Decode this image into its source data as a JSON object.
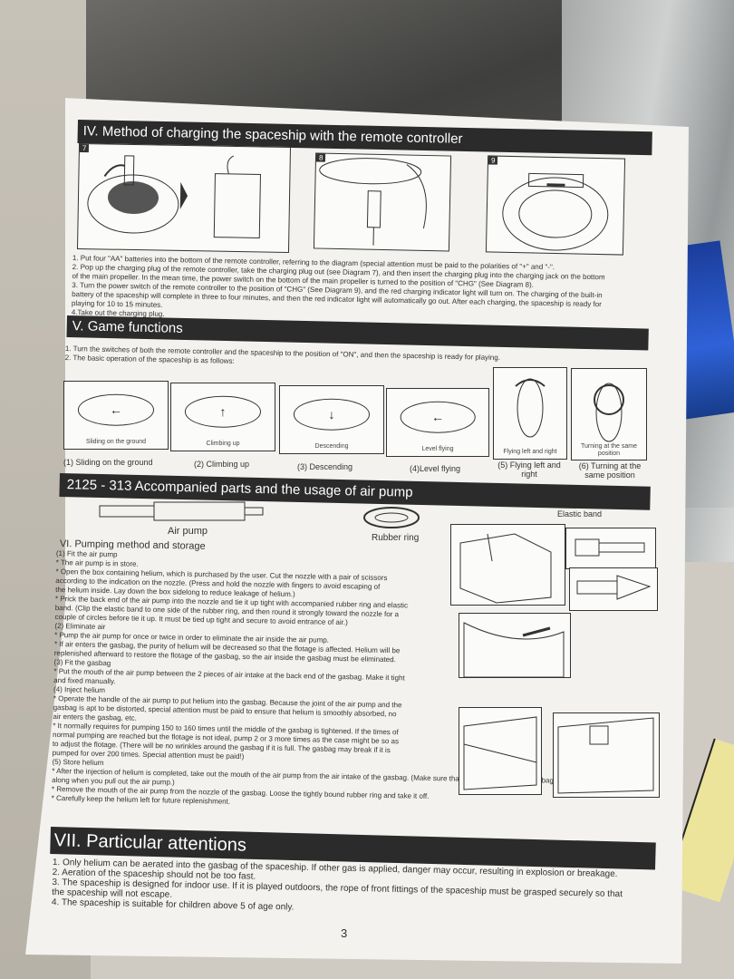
{
  "section4": {
    "title": "IV.   Method of charging the spaceship with the remote controller",
    "fig_nums": [
      "7",
      "8",
      "9"
    ],
    "steps": [
      "1. Put four \"AA\" batteries into the bottom of the remote controller, referring to the diagram (special attention must be paid to the polarities of \"+\" and \"-\".",
      "2. Pop up the charging plug of the remote controller, take the charging plug out (see Diagram 7), and then insert the charging plug into the charging jack on the bottom",
      "    of the main propeller. In the mean time, the power switch on the bottom of the main propeller is turned to  the position of \"CHG\" (See Diagram 8).",
      "3. Turn the power switch of the remote controller to the position of \"CHG\" (See Diagram 9), and the red charging indicator light will turn on. The charging of the built-in",
      "    battery of the spaceship will complete in three to four minutes, and then the red indicator light will automatically go out. After each charging, the spaceship is ready for",
      "    playing for 10 to 15 minutes.",
      "4.Take out the charging plug."
    ]
  },
  "section5": {
    "title": "V.  Game functions",
    "intro": [
      "1. Turn the switches of both the remote controller and the spaceship to the position of \"ON\", and then the spaceship is ready for playing.",
      "2. The basic operation of the spaceship is as follows:"
    ],
    "box_captions": [
      "Sliding on the ground",
      "Climbing up",
      "Descending",
      "Level flying",
      "Flying left and right",
      "Turning at the same position"
    ],
    "captions": [
      "(1) Sliding on the ground",
      "(2) Climbing up",
      "(3) Descending",
      "(4)Level flying",
      "(5) Flying left and right",
      "(6) Turning at the same position"
    ]
  },
  "section_parts": {
    "title": "2125 - 313 Accompanied parts and the usage of air pump",
    "air_pump": "Air pump",
    "rubber_ring": "Rubber ring",
    "elastic_band": "Elastic band"
  },
  "section6": {
    "title": "VI. Pumping method and storage",
    "lines": [
      "(1) Fit the air pump",
      "*  The air pump is in store.",
      "*  Open the box containing helium, which is purchased by the user. Cut the nozzle with a pair of scissors",
      "     according to the indication on the nozzle. (Press and hold the nozzle with fingers to avoid escaping of",
      "     the helium inside. Lay down the box sidelong to reduce leakage of helium.)",
      "*  Prick the back end of the air pump into the nozzle and tie it up tight with accompanied rubber ring and elastic",
      "     band. (Clip the elastic band to one side of the rubber ring, and then round it strongly toward the nozzle for a",
      "     couple of circles before tie it up. It must be tied up tight and secure to avoid  entrance of air.)",
      "(2) Eliminate air",
      "*  Pump the air pump for once or twice in order to eliminate the air inside the air pump.",
      "*  If air enters the gasbag, the purity of helium will be decreased so that the flotage is affected. Helium will be",
      "     replenished afterward to restore the flotage of the gasbag, so the air inside the gasbag must  be eliminated.",
      "(3) Fit the gasbag",
      "*  Put the mouth of the air pump between the 2 pieces of air intake at the back end of the gasbag. Make  it tight",
      "     and fixed manually.",
      "(4) Inject helium",
      "*  Operate the handle of the air pump to put helium into the gasbag. Because the joint of the air pump and the",
      "     gasbag is apt to be distorted, special attention must be paid to ensure that helium is smoothly  absorbed, no",
      "     air enters the gasbag, etc.",
      "*  It normally requires for pumping 150 to 160 times until the middle of the gasbag is tightened. If the times of",
      "     normal pumping are reached but the flotage is not ideal, pump 2 or 3 more times as the case might be so as",
      "     to adjust the flotage. (There will be no wrinkles around the gasbag if it is full. The gasbag may break if it is",
      "     pumped for over 200 times. Special attention must be paid!)",
      "(5) Store helium",
      "*  After the injection of helium is completed, take out the mouth of the air pump from the air intake of the gasbag. (Make sure that no helium inside the gasbag is brought",
      "     along when you pull out the air pump.)",
      "*  Remove the mouth of the air pump from the nozzle of the gasbag. Loose the tightly bound rubber ring and take it off.",
      "*  Carefully keep the helium left for future replenishment."
    ]
  },
  "section7": {
    "title": "VII. Particular attentions",
    "lines": [
      "1. Only helium can be aerated into the gasbag of the spaceship. If other gas is applied, danger may occur, resulting in explosion or breakage.",
      "2. Aeration of the spaceship should not be too fast.",
      "3. The spaceship is designed for indoor use. If it is played outdoors, the rope of front fittings of the spaceship must be grasped securely so that",
      "    the spaceship will not escape.",
      "4. The spaceship is suitable for children above 5 of age only."
    ]
  },
  "page_number": "3"
}
